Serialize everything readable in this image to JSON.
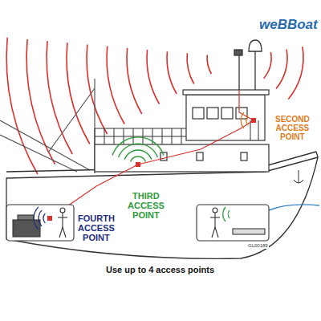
{
  "diagram": {
    "caption": "Use up to 4 access points",
    "labels": [
      "weBBoat",
      "SECOND ACCESS POINT",
      "THIRD ACCESS POINT",
      "FOURTH ACCESS POINT",
      "GL00189"
    ]
  }
}
